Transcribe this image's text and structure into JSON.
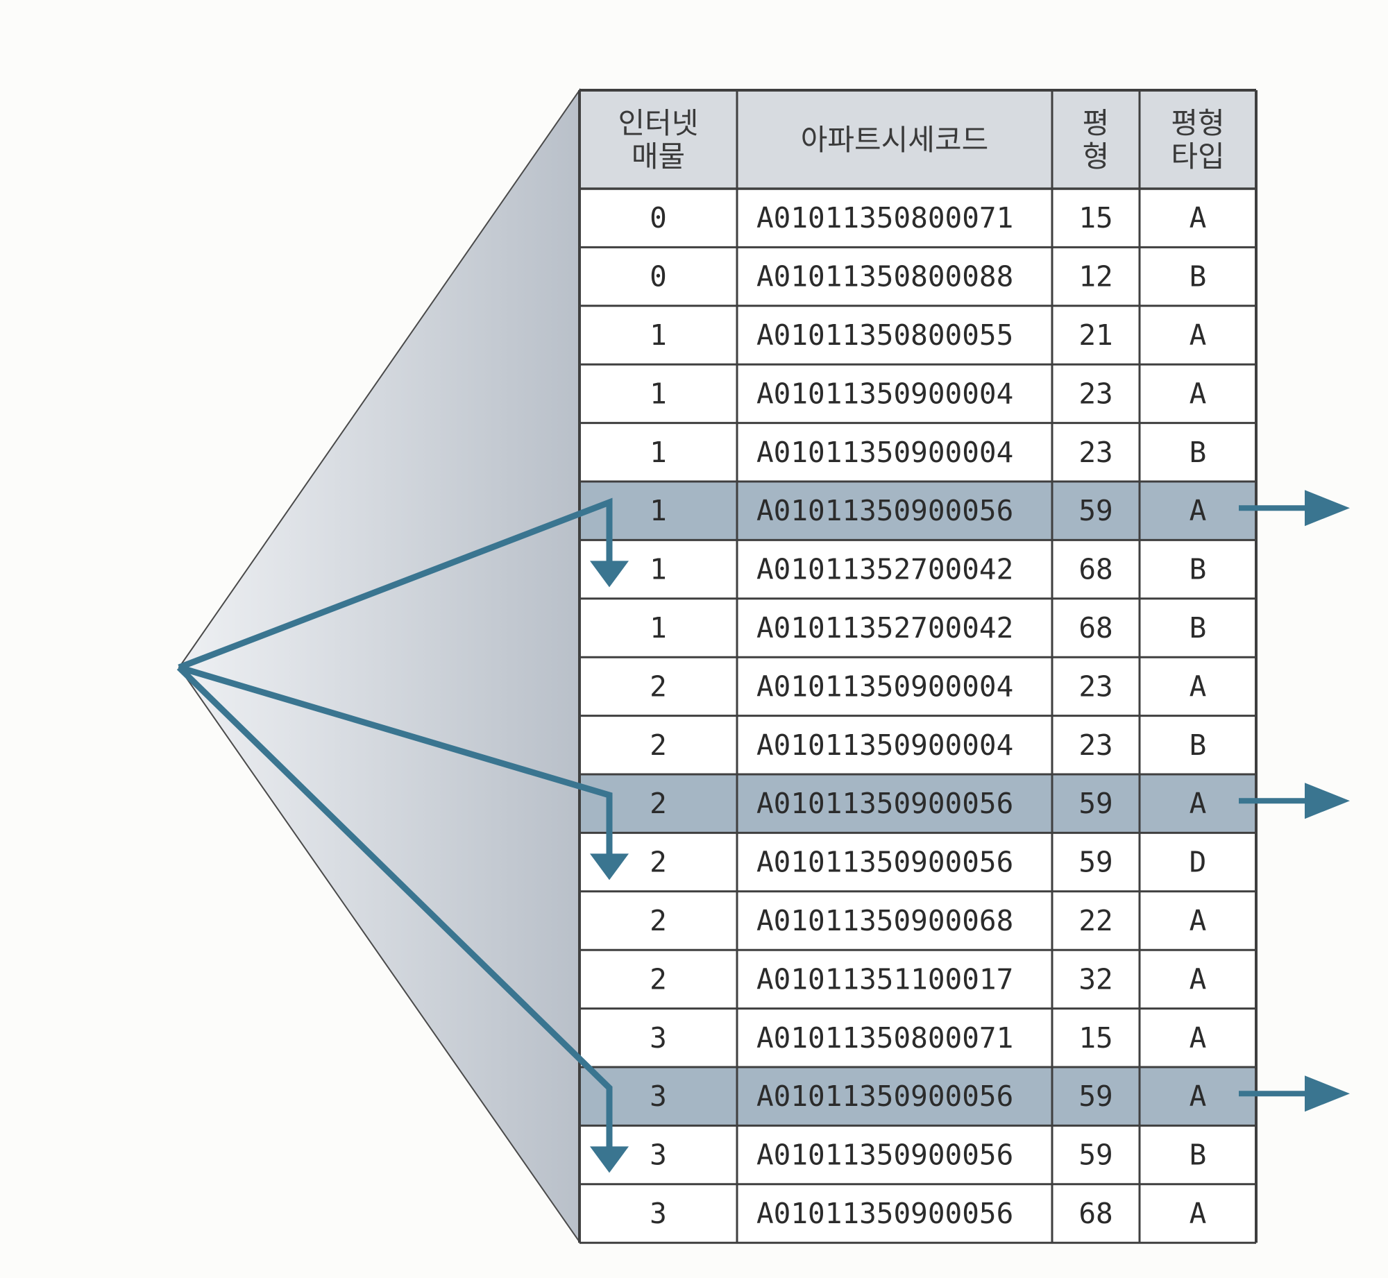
{
  "table": {
    "headers": [
      {
        "lines": [
          "인터넷",
          "매물"
        ]
      },
      {
        "lines": [
          "아파트시세코드"
        ]
      },
      {
        "lines": [
          "평",
          "형"
        ]
      },
      {
        "lines": [
          "평형",
          "타입"
        ]
      }
    ],
    "rows": [
      [
        "0",
        "A01011350800071",
        "15",
        "A"
      ],
      [
        "0",
        "A01011350800088",
        "12",
        "B"
      ],
      [
        "1",
        "A01011350800055",
        "21",
        "A"
      ],
      [
        "1",
        "A01011350900004",
        "23",
        "A"
      ],
      [
        "1",
        "A01011350900004",
        "23",
        "B"
      ],
      [
        "1",
        "A01011350900056",
        "59",
        "A"
      ],
      [
        "1",
        "A01011352700042",
        "68",
        "B"
      ],
      [
        "1",
        "A01011352700042",
        "68",
        "B"
      ],
      [
        "2",
        "A01011350900004",
        "23",
        "A"
      ],
      [
        "2",
        "A01011350900004",
        "23",
        "B"
      ],
      [
        "2",
        "A01011350900056",
        "59",
        "A"
      ],
      [
        "2",
        "A01011350900056",
        "59",
        "D"
      ],
      [
        "2",
        "A01011350900068",
        "22",
        "A"
      ],
      [
        "2",
        "A01011351100017",
        "32",
        "A"
      ],
      [
        "3",
        "A01011350800071",
        "15",
        "A"
      ],
      [
        "3",
        "A01011350900056",
        "59",
        "A"
      ],
      [
        "3",
        "A01011350900056",
        "59",
        "B"
      ],
      [
        "3",
        "A01011350900056",
        "68",
        "A"
      ]
    ],
    "highlighted_rows": [
      5,
      10,
      15
    ]
  },
  "colors": {
    "table_border": "#3f3f3f",
    "header_fill": "#d7dbe0",
    "highlight_fill": "#a5b6c4",
    "arrow": "#3a7590",
    "fan_light": "#eef0f3",
    "fan_dark": "#b9c0c9"
  }
}
